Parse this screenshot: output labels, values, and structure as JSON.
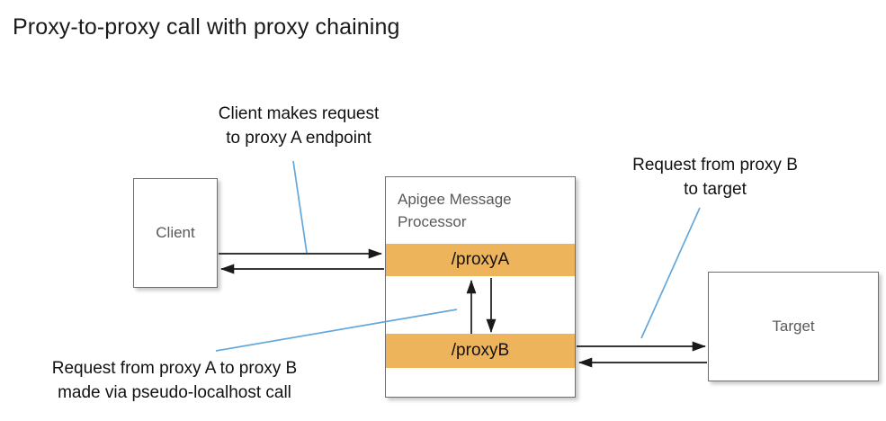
{
  "title": "Proxy-to-proxy call with proxy chaining",
  "nodes": {
    "client": {
      "label": "Client"
    },
    "message_processor": {
      "title": "Apigee Message\nProcessor",
      "proxy_a": "/proxyA",
      "proxy_b": "/proxyB"
    },
    "target": {
      "label": "Target"
    }
  },
  "annotations": {
    "client_request": "Client makes request\nto proxy A endpoint",
    "target_request": "Request from proxy B\nto target",
    "chaining": "Request from proxy A to proxy B\nmade via pseudo-localhost call"
  },
  "colors": {
    "proxy_band": "#eeb45c",
    "box_border": "#6f6f6f",
    "box_text": "#595959",
    "arrow": "#1a1a1a",
    "leader_line": "#63a8dc",
    "title_text": "#1a1a1a",
    "background": "#ffffff"
  },
  "flows": [
    {
      "name": "client-to-proxyA-request",
      "from": "client",
      "to": "proxyA",
      "direction": "right"
    },
    {
      "name": "proxyA-to-client-response",
      "from": "proxyA",
      "to": "client",
      "direction": "left"
    },
    {
      "name": "proxyA-to-proxyB-request",
      "from": "proxyA",
      "to": "proxyB",
      "direction": "down"
    },
    {
      "name": "proxyB-to-proxyA-response",
      "from": "proxyB",
      "to": "proxyA",
      "direction": "up"
    },
    {
      "name": "proxyB-to-target-request",
      "from": "proxyB",
      "to": "target",
      "direction": "right"
    },
    {
      "name": "target-to-proxyB-response",
      "from": "target",
      "to": "proxyB",
      "direction": "left"
    }
  ]
}
